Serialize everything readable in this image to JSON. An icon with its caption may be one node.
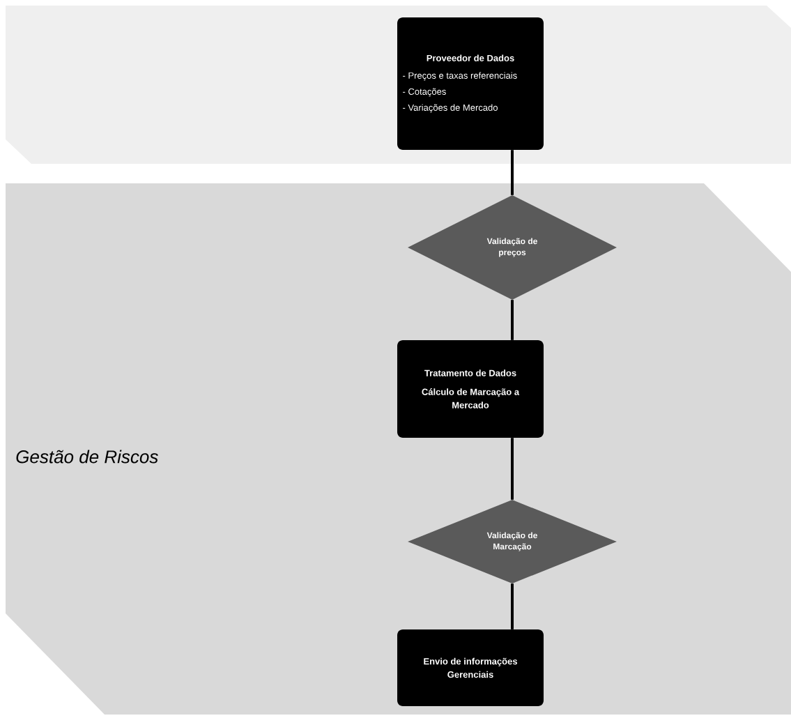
{
  "diagram": {
    "nodes": [
      {
        "text": [],
        "shape": "band"
      },
      {
        "text": [
          "Proveedor de Dados",
          "- Preços e taxas referenciais",
          "- Cotações",
          "- Variações de Mercado"
        ],
        "in": 0
      },
      {
        "text": [
          "Gestão de Riscos"
        ]
      },
      {
        "text": [
          "Validação de preços"
        ],
        "in": 2
      },
      {
        "text": [
          "Tratamento de Dados",
          "Cálculo de Marcação a Mercado"
        ],
        "in": 2
      },
      {
        "text": [
          "Validação de Marcação"
        ],
        "in": 2
      },
      {
        "text": [
          "Envio de informações Gerenciais"
        ],
        "in": 2
      }
    ],
    "edges": [
      {
        "from": 1,
        "to": 3,
        "arrow": "none"
      },
      {
        "from": 3,
        "to": 4,
        "arrow": "none"
      },
      {
        "from": 4,
        "to": 5,
        "arrow": "none"
      },
      {
        "from": 5,
        "to": 6,
        "arrow": "none"
      }
    ]
  }
}
